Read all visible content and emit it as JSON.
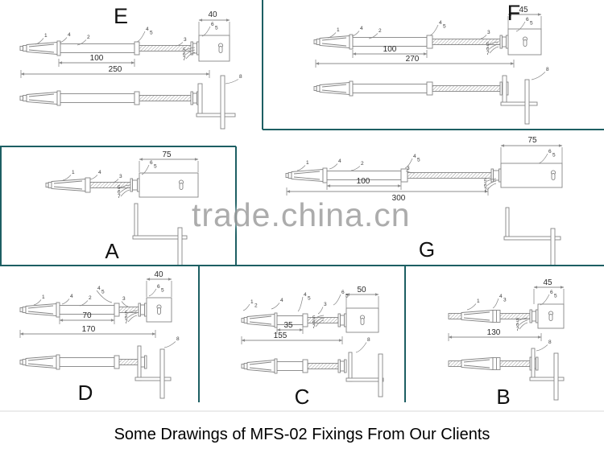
{
  "caption": {
    "text": "Some Drawings of MFS-02 Fixings From Our Clients"
  },
  "watermark": {
    "text": "trade.china.cn",
    "color": "#9e9e9e"
  },
  "styles": {
    "panel_border_color": "#1d5f63",
    "faint_line_color": "#d9d9d9",
    "part_line_color": "#848484",
    "dim_line_color": "#8c8c8c",
    "dim_text_color": "#2b2b2b",
    "callout_text_color": "#3a3a3a",
    "letter_color": "#111111"
  },
  "panels": [
    {
      "id": "E",
      "letter": "E",
      "dims": {
        "plate": "40",
        "mid": "100",
        "total": "250"
      },
      "callouts": {
        "c1": "1",
        "c4": "4",
        "c2": "2",
        "c45": "4 5",
        "c3": "3",
        "c65": "6 5",
        "stack": "5 6 7",
        "c8": "8"
      }
    },
    {
      "id": "F",
      "letter": "F",
      "dims": {
        "plate": "45",
        "mid": "100",
        "total": "270"
      },
      "callouts": {
        "c1": "1",
        "c4": "4",
        "c2": "2",
        "c45": "4 5",
        "c3": "3",
        "c65": "6 5",
        "stack": "5 6 7",
        "c8": "8"
      }
    },
    {
      "id": "A",
      "letter": "A",
      "dims": {
        "plate": "75"
      },
      "callouts": {
        "c1": "1",
        "c4": "4",
        "c3": "3",
        "c65": "6 5",
        "stack": "5 6 7"
      }
    },
    {
      "id": "G",
      "letter": "G",
      "dims": {
        "plate": "75",
        "mid": "100",
        "total": "300"
      },
      "callouts": {
        "c1": "1",
        "c4": "4",
        "c2": "2",
        "c45": "4 5",
        "c3": "3",
        "c65": "6 5",
        "stack": "5 6 7"
      }
    },
    {
      "id": "D",
      "letter": "D",
      "dims": {
        "plate": "40",
        "mid": "70",
        "total": "170"
      },
      "callouts": {
        "c1": "1",
        "c4": "4",
        "c2": "2",
        "c45": "4 5",
        "c3": "3",
        "c65": "6 5",
        "stack": "5 6 7",
        "c8": "8"
      }
    },
    {
      "id": "C",
      "letter": "C",
      "dims": {
        "plate": "50",
        "mid": "35",
        "total": "155"
      },
      "callouts": {
        "c1": "1 2",
        "c4": "4",
        "c45": "4 5",
        "c3": "3",
        "c65": "6 5",
        "stack": "5 6 7",
        "c8": "8"
      }
    },
    {
      "id": "B",
      "letter": "B",
      "dims": {
        "plate": "45",
        "total": "130"
      },
      "callouts": {
        "c1": "1",
        "c43": "4 3",
        "c65": "6 5",
        "stack": "5 6 7",
        "c8": "8"
      }
    }
  ]
}
